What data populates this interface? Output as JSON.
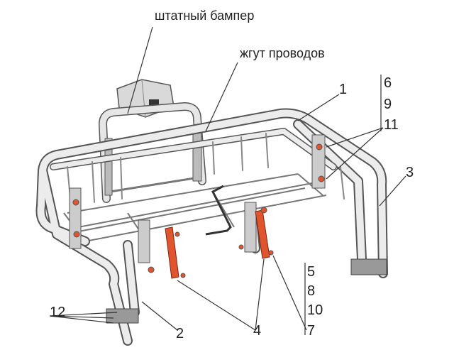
{
  "labels": {
    "bumper": "штатный бампер",
    "harness": "жгут проводов",
    "n1": "1",
    "n2": "2",
    "n3": "3",
    "n4": "4",
    "n5": "5",
    "n6": "6",
    "n7": "7",
    "n8": "8",
    "n9": "9",
    "n10": "10",
    "n11": "11",
    "n12": "12"
  },
  "colors": {
    "tube": "#e6e6e6",
    "outline": "#555555",
    "bracket": "#e0552e",
    "leader": "#333333"
  }
}
